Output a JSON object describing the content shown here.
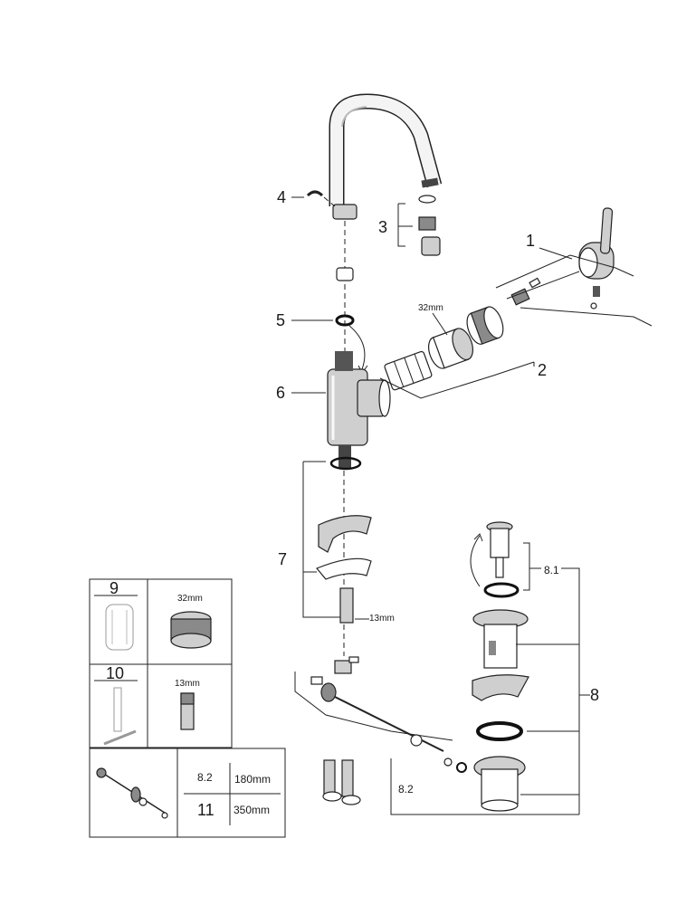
{
  "callouts": {
    "c1": "1",
    "c2": "2",
    "c3": "3",
    "c4": "4",
    "c5": "5",
    "c6": "6",
    "c7": "7",
    "c8": "8",
    "c8_1": "8.1",
    "c8_2": "8.2"
  },
  "dimensions": {
    "cartridge_size": "32mm",
    "spindle_size": "13mm"
  },
  "tools_table": {
    "tool9_label": "9",
    "tool9_size": "32mm",
    "tool10_label": "10",
    "tool10_size": "13mm",
    "rows": [
      {
        "part": "8.2",
        "length": "180mm"
      },
      {
        "part": "11",
        "length": "350mm"
      }
    ]
  }
}
